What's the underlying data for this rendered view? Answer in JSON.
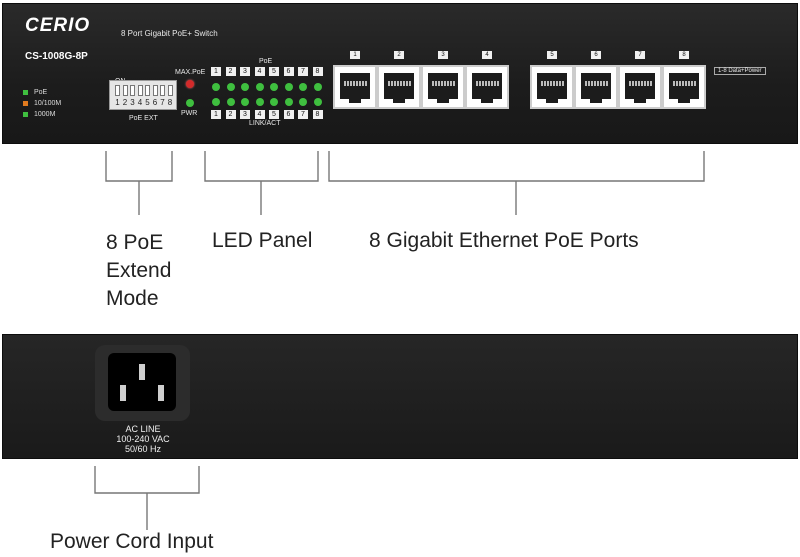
{
  "front_panel": {
    "brand": "CERIO",
    "subtitle": "8 Port Gigabit PoE+ Switch",
    "model": "CS-1008G-8P",
    "legend": [
      {
        "label": "PoE",
        "color": "#3fbf3f"
      },
      {
        "label": "10/100M",
        "color": "#e07b1f"
      },
      {
        "label": "1000M",
        "color": "#3fbf3f"
      }
    ],
    "dip_switch": {
      "on_label": "ON",
      "positions": [
        "1",
        "2",
        "3",
        "4",
        "5",
        "6",
        "7",
        "8"
      ],
      "caption": "PoE EXT"
    },
    "max_poe_label": "MAX.PoE",
    "pwr_label": "PWR",
    "poe_led_label": "PoE",
    "link_act_label": "LINK/ACT",
    "led_numbers": [
      "1",
      "2",
      "3",
      "4",
      "5",
      "6",
      "7",
      "8"
    ],
    "port_numbers": [
      "1",
      "2",
      "3",
      "4",
      "5",
      "6",
      "7",
      "8"
    ],
    "port_tag": "1-8 Data+Power"
  },
  "rear_panel": {
    "ac_label_lines": [
      "AC LINE",
      "100-240 VAC",
      "50/60 Hz"
    ]
  },
  "callouts": {
    "poe_extend": [
      "8 PoE",
      "Extend",
      "Mode"
    ],
    "led_panel": "LED Panel",
    "ethernet_ports": "8 Gigabit Ethernet PoE Ports",
    "power_cord": "Power Cord Input"
  }
}
